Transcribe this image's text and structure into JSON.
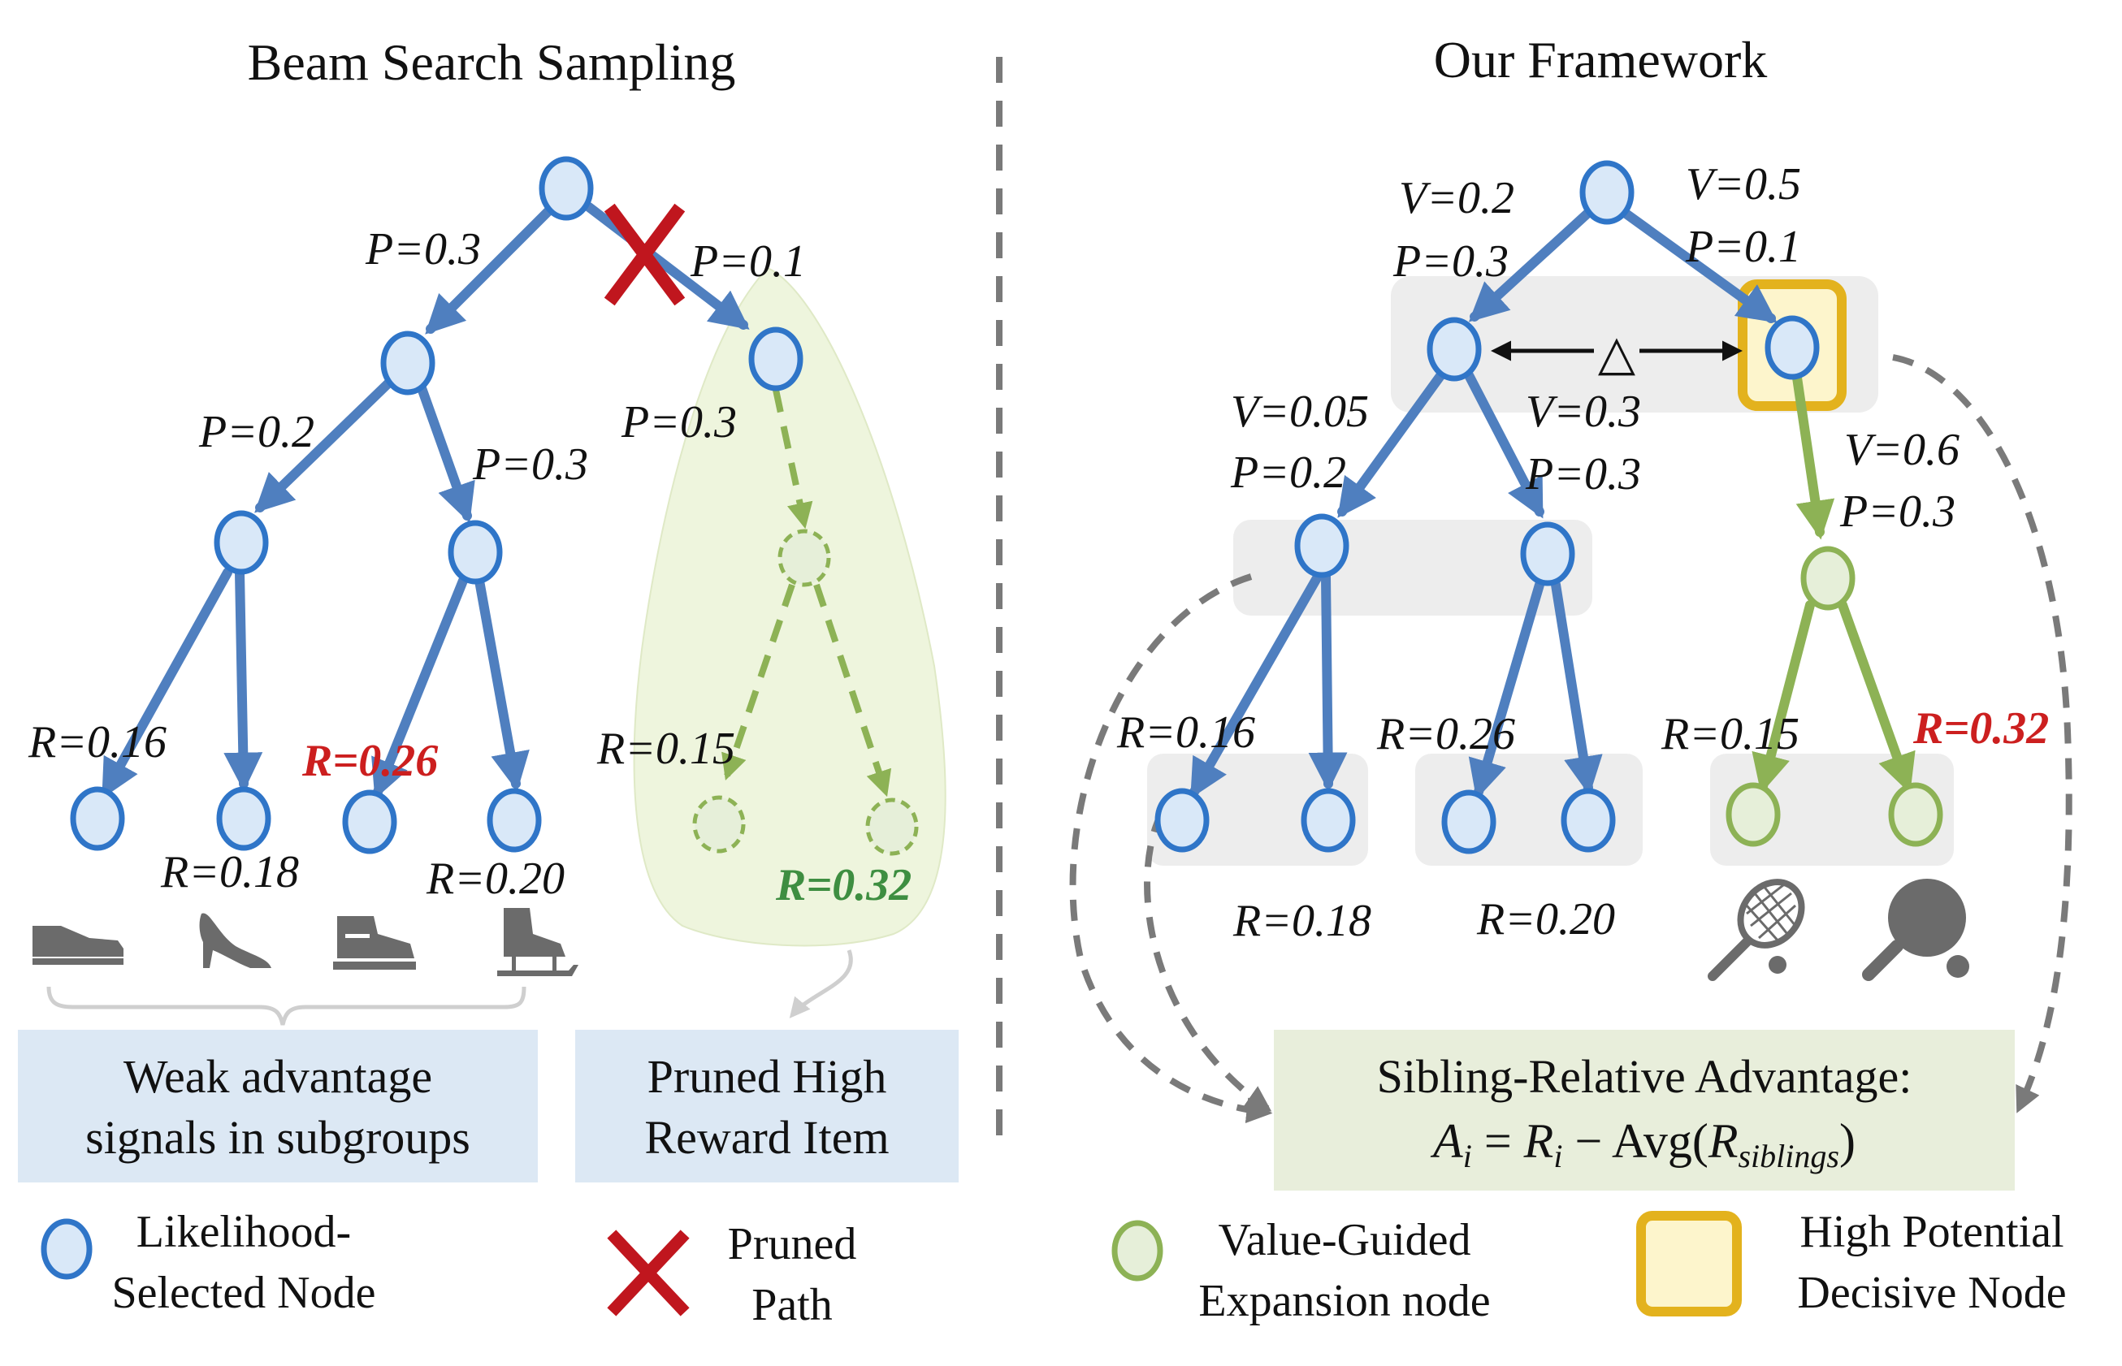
{
  "left": {
    "title": "Beam Search Sampling",
    "edge_labels": {
      "root_left": "P=0.3",
      "root_right": "P=0.1",
      "n1_left": "P=0.2",
      "n1_right": "P=0.3",
      "n2_down": "P=0.3"
    },
    "rewards": {
      "leaf1": "R=0.16",
      "leaf2": "R=0.18",
      "leaf3": "R=0.26",
      "leaf4": "R=0.20",
      "leaf5": "R=0.15",
      "leaf6": "R=0.32"
    },
    "box_weak_line1": "Weak advantage",
    "box_weak_line2": "signals in subgroups",
    "box_pruned_line1": "Pruned High",
    "box_pruned_line2": "Reward Item",
    "legend_node_line1": "Likelihood-",
    "legend_node_line2": "Selected Node",
    "legend_pruned_line1": "Pruned",
    "legend_pruned_line2": "Path",
    "icons": [
      "shoe-icon",
      "high-heel-icon",
      "sneaker-icon",
      "ice-skate-icon"
    ]
  },
  "right": {
    "title": "Our Framework",
    "edge_labels": {
      "root_left_v": "V=0.2",
      "root_left_p": "P=0.3",
      "root_right_v": "V=0.5",
      "root_right_p": "P=0.1",
      "a_left_v": "V=0.05",
      "a_left_p": "P=0.2",
      "a_right_v": "V=0.3",
      "a_right_p": "P=0.3",
      "b_down_v": "V=0.6",
      "b_down_p": "P=0.3"
    },
    "delta": "△",
    "rewards": {
      "leaf1": "R=0.16",
      "leaf2": "R=0.18",
      "leaf3": "R=0.26",
      "leaf4": "R=0.20",
      "leaf5": "R=0.15",
      "leaf6": "R=0.32"
    },
    "box_line1": "Sibling-Relative Advantage:",
    "formula": {
      "A": "A",
      "i1": "i",
      "eq": " = ",
      "R": "R",
      "i2": "i",
      "minus": " − ",
      "avg": "Avg(",
      "R2": "R",
      "sub": "siblings",
      "close": ")"
    },
    "legend_value_line1": "Value-Guided",
    "legend_value_line2": "Expansion node",
    "legend_decisive_line1": "High Potential",
    "legend_decisive_line2": "Decisive Node",
    "icons": [
      "tennis-racket-icon",
      "ping-pong-paddle-icon"
    ]
  },
  "colors": {
    "blue_edge": "#4f7fbf",
    "node_fill": "#d9e8f8",
    "node_stroke": "#2f75c8",
    "green": "#8db255",
    "green_fill": "#e6efd9",
    "red": "#c0161e",
    "yellow_fill": "#fdf5cc",
    "yellow_stroke": "#e3b21d",
    "box_blue": "#dce8f4",
    "box_green": "#e8eedb",
    "group_gray": "#ededed",
    "dash_gray": "#7a7a7a",
    "icon_gray": "#6b6b6b"
  }
}
